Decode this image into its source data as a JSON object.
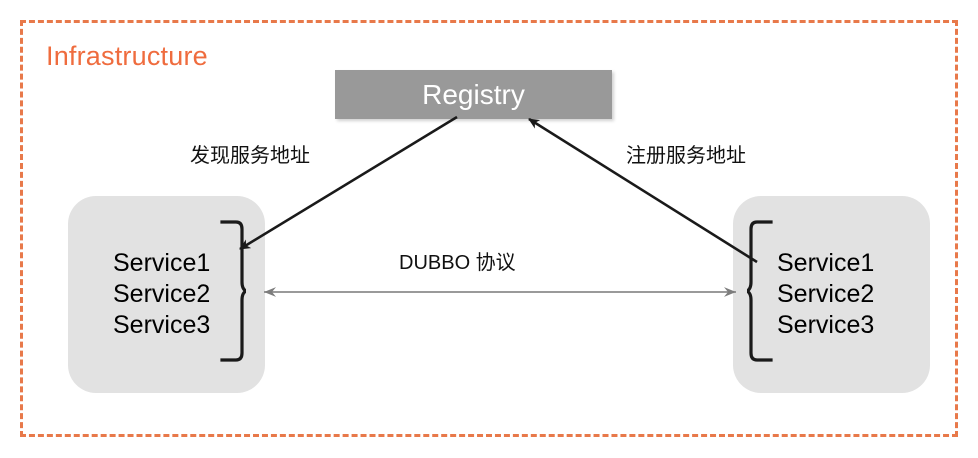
{
  "diagram": {
    "title": "Infrastructure",
    "boundary_color": "#e8794a",
    "title_color": "#ef6c3e"
  },
  "nodes": {
    "registry": {
      "label": "Registry",
      "fill": "#999999",
      "text_color": "#ffffff"
    },
    "consumer": {
      "fill": "#e2e2e2",
      "services": "Service1\nService2\nService3",
      "service_items": [
        "Service1",
        "Service2",
        "Service3"
      ]
    },
    "provider": {
      "fill": "#e2e2e2",
      "services": "Service1\nService2\nService3",
      "service_items": [
        "Service1",
        "Service2",
        "Service3"
      ]
    }
  },
  "edges": {
    "discover": {
      "label": "发现服务地址",
      "from": "registry",
      "to": "consumer",
      "color": "#1a1a1a"
    },
    "register": {
      "label": "注册服务地址",
      "from": "provider",
      "to": "registry",
      "color": "#1a1a1a"
    },
    "protocol": {
      "label": "DUBBO 协议",
      "from": "consumer",
      "to": "provider",
      "color": "#808080",
      "bidirectional": "true"
    }
  }
}
